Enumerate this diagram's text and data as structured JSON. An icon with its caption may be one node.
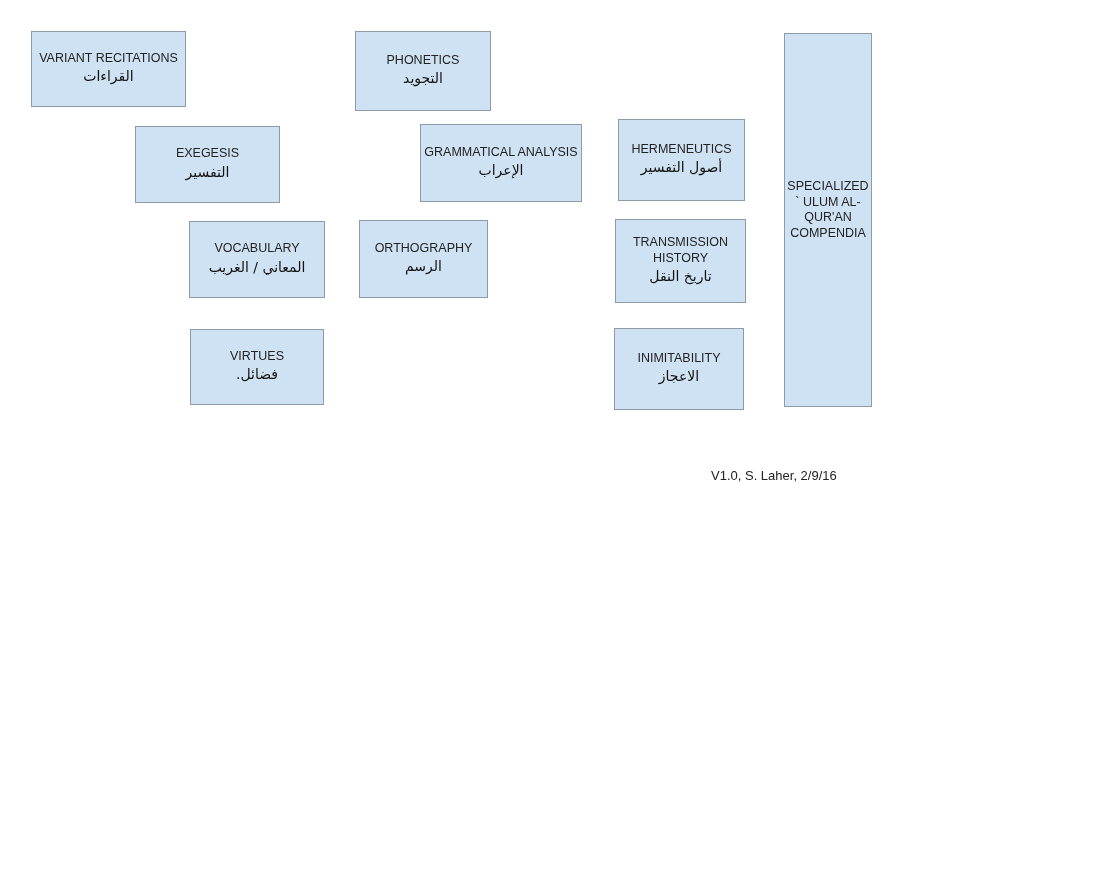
{
  "diagram": {
    "nodes": [
      {
        "text": [
          "VARIANT RECITATIONS",
          "القراءات"
        ]
      },
      {
        "text": [
          "PHONETICS",
          "التجويد"
        ]
      },
      {
        "text": [
          "SPECIALIZED ` ULUM AL-QUR'AN COMPENDIA"
        ]
      },
      {
        "text": [
          "EXEGESIS",
          "التفسير"
        ]
      },
      {
        "text": [
          "GRAMMATICAL ANALYSIS",
          "الإعراب"
        ]
      },
      {
        "text": [
          "HERMENEUTICS",
          "أصول التفسير"
        ]
      },
      {
        "text": [
          "VOCABULARY",
          "المعاني / الغريب"
        ]
      },
      {
        "text": [
          "ORTHOGRAPHY",
          "الرسم"
        ]
      },
      {
        "text": [
          "TRANSMISSION HISTORY",
          "تاريخ النقل"
        ]
      },
      {
        "text": [
          "VIRTUES",
          "فضائل."
        ]
      },
      {
        "text": [
          "INIMITABILITY",
          "الاعجاز"
        ]
      }
    ],
    "labels": [
      "V1.0, S. Laher, 2/9/16"
    ]
  }
}
